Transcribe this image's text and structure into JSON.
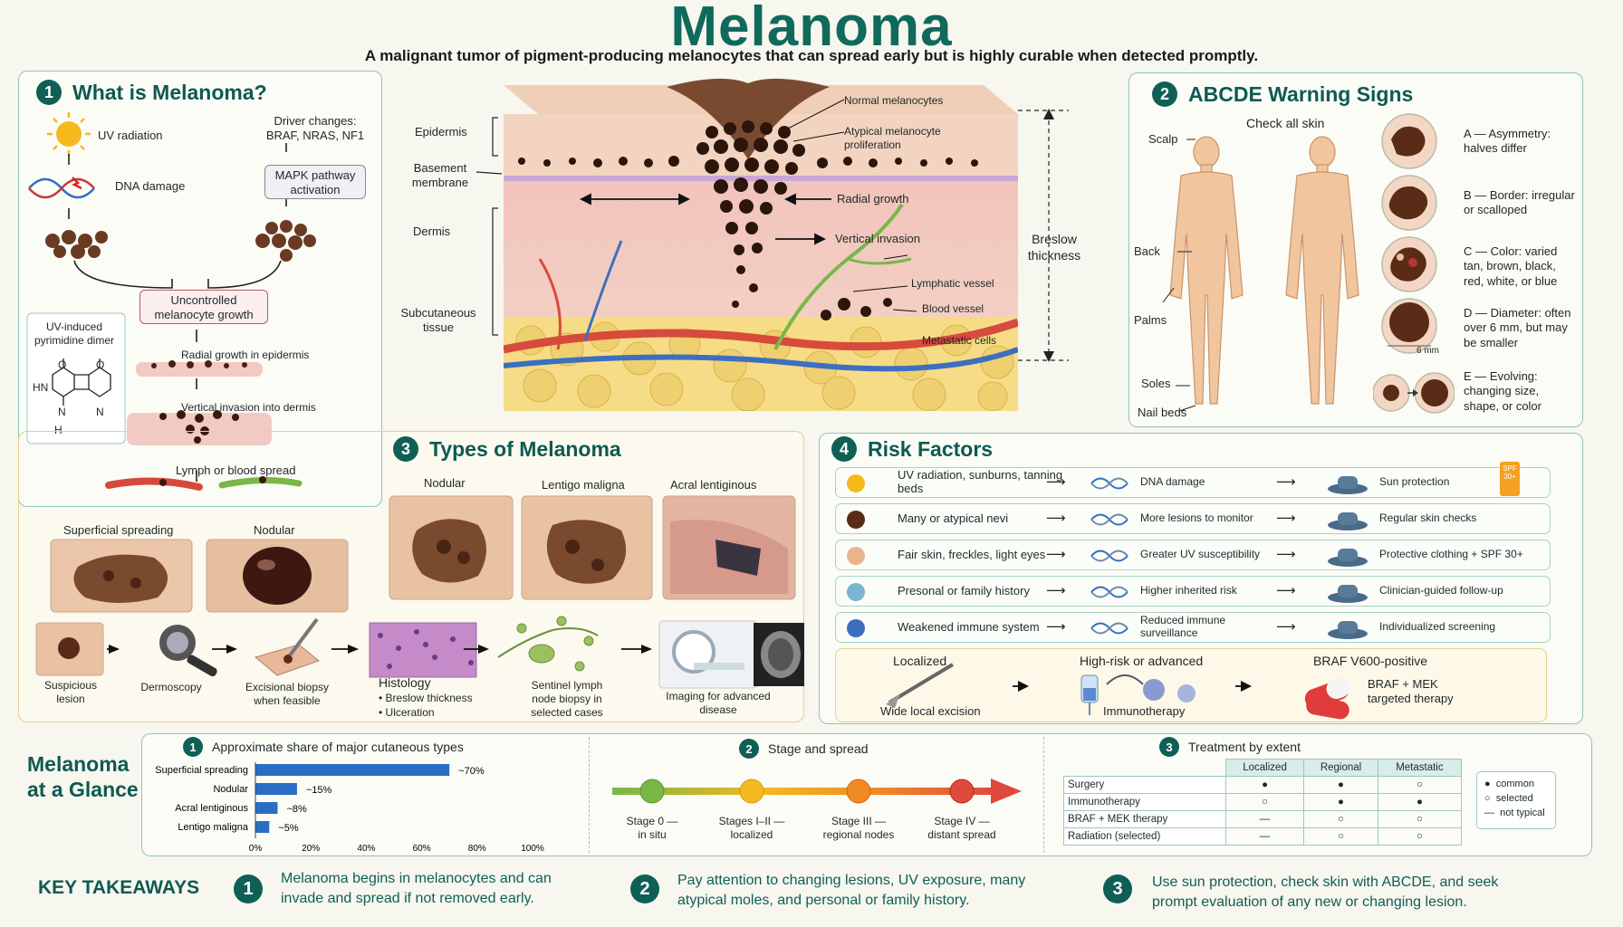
{
  "header": {
    "title": "Melanoma",
    "subtitle": "A malignant tumor of pigment-producing melanocytes that can spread early but is highly curable when detected promptly."
  },
  "colors": {
    "accent": "#0f5f55",
    "border": "#8fc4bb",
    "bar": "#2a6dc4",
    "stage1": "#7ab648",
    "stage2": "#f5b820",
    "stage3": "#f08a24",
    "stage4": "#e04a3c"
  },
  "what": {
    "num": "1",
    "title": "What is Melanoma?",
    "uv": "UV radiation",
    "drivers": "Driver changes: BRAF, NRAS, NF1",
    "dna": "DNA damage",
    "mapk": "MAPK pathway activation",
    "uncontrolled": "Uncontrolled melanocyte growth",
    "dimer": "UV-induced pyrimidine dimer",
    "radial": "Radial growth in epidermis",
    "vertical": "Vertical invasion into dermis",
    "spread": "Lymph or blood spread",
    "chem_hn": "HN",
    "chem_n1": "N",
    "chem_n2": "N",
    "chem_h": "H",
    "chem_o1": "O",
    "chem_o2": "O"
  },
  "diagram": {
    "epidermis": "Epidermis",
    "basement": "Basement membrane",
    "dermis": "Dermis",
    "subcut": "Subcutaneous tissue",
    "normal": "Normal melanocytes",
    "atypical": "Atypical melanocyte proliferation",
    "radial": "Radial growth",
    "vertical": "Vertical invasion",
    "lymph": "Lymphatic vessel",
    "blood": "Blood vessel",
    "meta": "Metastatic cells",
    "breslow": "Breslow thickness"
  },
  "abcde": {
    "num": "2",
    "title": "ABCDE  Warning Signs",
    "check": "Check all skin",
    "scalp": "Scalp",
    "back": "Back",
    "palms": "Palms",
    "soles": "Soles",
    "nail": "Nail beds",
    "mm": "6 mm",
    "signs": [
      {
        "text": "A — Asymmetry: halves differ"
      },
      {
        "text": "B — Border: irregular or scalloped"
      },
      {
        "text": "C — Color: varied tan, brown, black, red, white, or blue"
      },
      {
        "text": "D — Diameter: often over 6 mm, but may be smaller"
      },
      {
        "text": "E — Evolving: changing size, shape, or color"
      }
    ]
  },
  "types": {
    "num": "3",
    "title": "Types  of  Melanoma",
    "nodular": "Nodular",
    "lentigo": "Lentigo maligna",
    "acral": "Acral lentiginous",
    "superficial": "Superficial spreading",
    "nodular2": "Nodular",
    "flow": [
      "Suspicious lesion",
      "Dermoscopy",
      "Excisional biopsy when feasible",
      "Histology",
      "Sentinel lymph node biopsy in selected cases",
      "Imaging for advanced disease"
    ],
    "histo1": "• Breslow thickness",
    "histo2": "• Ulceration"
  },
  "risk": {
    "num": "4",
    "title": "Risk  Factors",
    "rows": [
      {
        "f": "UV radiation, sunburns, tanning beds",
        "e": "DNA damage",
        "a": "Sun protection"
      },
      {
        "f": "Many or atypical nevi",
        "e": "More lesions to monitor",
        "a": "Regular skin checks"
      },
      {
        "f": "Fair skin, freckles, light eyes",
        "e": "Greater UV susceptibility",
        "a": "Protective clothing + SPF 30+"
      },
      {
        "f": "Presonal or family history",
        "e": "Higher inherited risk",
        "a": "Clinician-guided follow-up"
      },
      {
        "f": "Weakened immune system",
        "e": "Reduced immune surveillance",
        "a": "Individualized screening"
      }
    ],
    "spf": "SPF 30+",
    "tx": {
      "loc": "Localized",
      "locsub": "Wide local excision",
      "high": "High-risk or advanced",
      "highsub": "Immunotherapy",
      "braf": "BRAF V600-positive",
      "brafsub": "BRAF + MEK targeted therapy"
    }
  },
  "glance": {
    "title1": "Melanoma",
    "title2": "at a Glance",
    "c1num": "1",
    "c1title": "Approximate share of major cutaneous types",
    "c2num": "2",
    "c2title": "Stage and spread",
    "c3num": "3",
    "c3title": "Treatment  by extent",
    "stages": [
      {
        "l1": "Stage 0 —",
        "l2": "in situ"
      },
      {
        "l1": "Stages I–II —",
        "l2": "localized"
      },
      {
        "l1": "Stage III —",
        "l2": "regional nodes"
      },
      {
        "l1": "Stage IV —",
        "l2": "distant spread"
      }
    ],
    "table": {
      "cols": [
        "Localized",
        "Regional",
        "Metastatic"
      ],
      "rows": [
        {
          "name": "Surgery",
          "v": [
            "●",
            "●",
            "○"
          ]
        },
        {
          "name": "Immunotherapy",
          "v": [
            "○",
            "●",
            "●"
          ]
        },
        {
          "name": "BRAF + MEK therapy",
          "v": [
            "—",
            "○",
            "○"
          ]
        },
        {
          "name": "Radiation (selected)",
          "v": [
            "—",
            "○",
            "○"
          ]
        }
      ]
    },
    "legend": [
      {
        "s": "●",
        "t": "common"
      },
      {
        "s": "○",
        "t": "selected"
      },
      {
        "s": "—",
        "t": "not typical"
      }
    ]
  },
  "chart_data": {
    "type": "bar",
    "title": "Approximate share of major cutaneous types",
    "categories": [
      "Superficial spreading",
      "Nodular",
      "Acral lentiginous",
      "Lentigo maligna"
    ],
    "values": [
      70,
      15,
      8,
      5
    ],
    "labels": [
      "~70%",
      "~15%",
      "~8%",
      "~5%"
    ],
    "xlim": [
      0,
      100
    ],
    "ticks": [
      "0%",
      "20%",
      "40%",
      "60%",
      "80%",
      "100%"
    ],
    "orientation": "horizontal"
  },
  "takeaways": {
    "title": "KEY TAKEAWAYS",
    "items": [
      {
        "n": "1",
        "t": "Melanoma begins in melanocytes and can invade and spread if not removed early."
      },
      {
        "n": "2",
        "t": "Pay attention to changing lesions, UV exposure, many atypical moles, and personal or family history."
      },
      {
        "n": "3",
        "t": "Use sun protection, check skin with ABCDE, and seek prompt evaluation of any new or changing lesion."
      }
    ]
  }
}
